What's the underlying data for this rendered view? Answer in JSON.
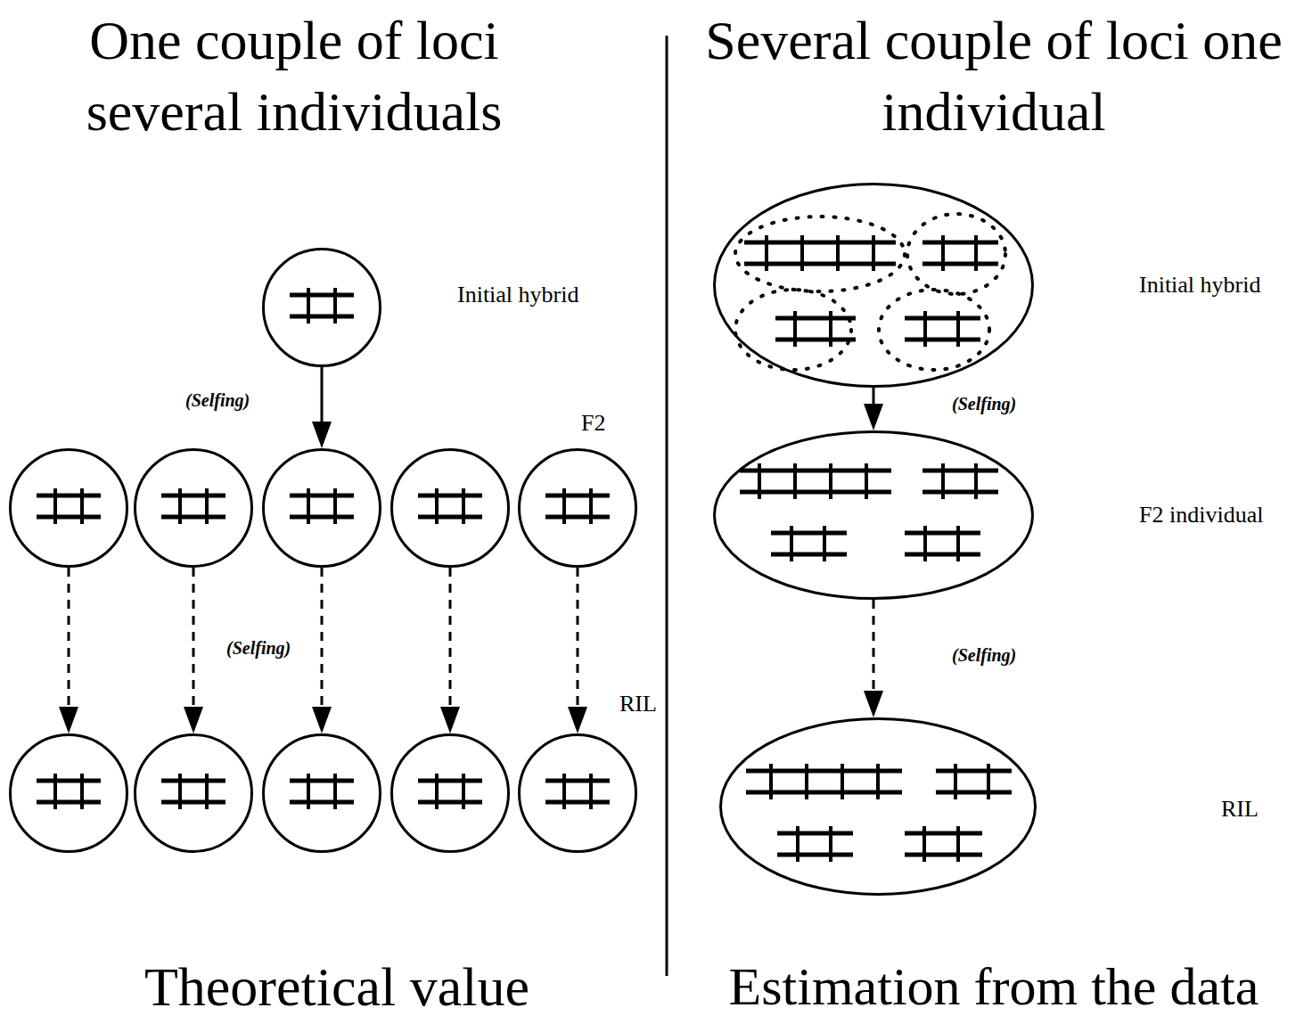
{
  "diagram": {
    "nodes": [
      {
        "text": [
          "Initial hybrid"
        ]
      },
      {
        "text": []
      },
      {
        "text": []
      },
      {
        "text": []
      },
      {
        "text": []
      },
      {
        "text": [
          "F2"
        ]
      },
      {
        "text": []
      },
      {
        "text": []
      },
      {
        "text": []
      },
      {
        "text": []
      },
      {
        "text": [
          "RIL"
        ]
      },
      {
        "text": [
          "Initial hybrid"
        ]
      },
      {
        "text": [
          "F2 individual"
        ]
      },
      {
        "text": [
          "RIL"
        ]
      }
    ],
    "edges": [
      {
        "from": 0,
        "to": 3,
        "arrow": "to"
      },
      {
        "from": 1,
        "to": 6,
        "arrow": "to"
      },
      {
        "from": 2,
        "to": 7,
        "arrow": "to"
      },
      {
        "from": 3,
        "to": 8,
        "arrow": "to"
      },
      {
        "from": 4,
        "to": 9,
        "arrow": "to"
      },
      {
        "from": 5,
        "to": 10,
        "arrow": "to"
      },
      {
        "from": 11,
        "to": 12,
        "arrow": "to"
      },
      {
        "from": 12,
        "to": 13,
        "arrow": "to"
      }
    ],
    "labels": [
      "One couple of loci several individuals",
      "Several couple of loci one individual",
      "Theoretical value",
      "Estimation from the data",
      "(Selfing)",
      "(Selfing)",
      "(Selfing)",
      "(Selfing)"
    ]
  }
}
